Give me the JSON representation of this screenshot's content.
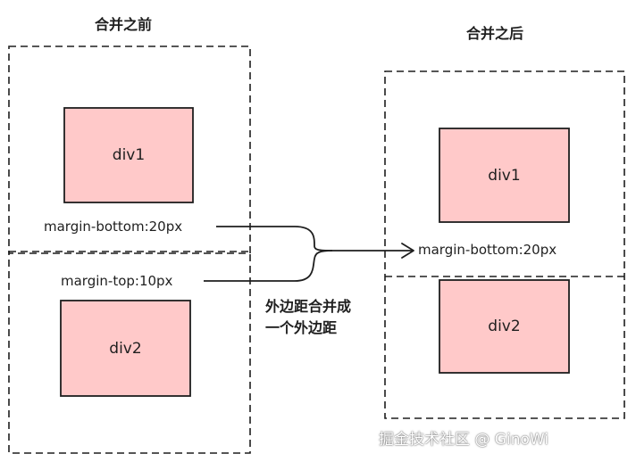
{
  "before": {
    "title": "合并之前",
    "div1_label": "div1",
    "div2_label": "div2",
    "margin_bottom_label": "margin-bottom:20px",
    "margin_top_label": "margin-top:10px"
  },
  "after": {
    "title": "合并之后",
    "div1_label": "div1",
    "div2_label": "div2",
    "margin_label": "margin-bottom:20px"
  },
  "note": {
    "line1": "外边距合并成",
    "line2": "一个外边距"
  },
  "watermark": "掘金技术社区 @ GinoWi",
  "colors": {
    "box_fill": "#ffc9c9",
    "stroke": "#1e1e1e",
    "dashed": "#1e1e1e",
    "text": "#1f1f1f"
  }
}
